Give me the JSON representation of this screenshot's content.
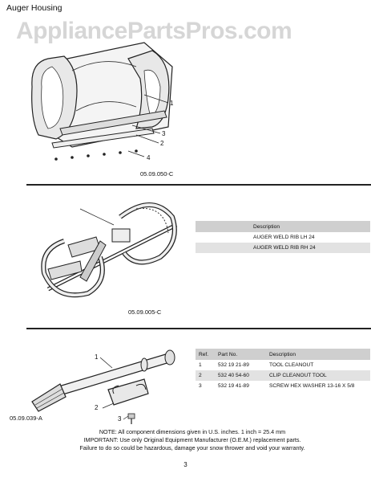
{
  "page": {
    "title": "Auger Housing",
    "watermark": "AppliancePartsPros.com",
    "page_number": "3"
  },
  "section1": {
    "fig_code": "05.09.050-C",
    "callouts": [
      "1",
      "3",
      "2",
      "4"
    ]
  },
  "section2": {
    "fig_code": "05.09.005-C",
    "table": {
      "headers": [
        "Description"
      ],
      "rows": [
        [
          "AUGER WELD RIB LH 24"
        ],
        [
          "AUGER WELD RIB RH 24"
        ]
      ]
    }
  },
  "section3": {
    "fig_code": "05.09.039-A",
    "callouts": [
      "1",
      "2",
      "3"
    ],
    "table": {
      "headers": [
        "Ref.",
        "Part No.",
        "Description"
      ],
      "rows": [
        [
          "1",
          "532 19 21-89",
          "TOOL CLEANOUT"
        ],
        [
          "2",
          "532 40 54-60",
          "CLIP CLEANOUT TOOL"
        ],
        [
          "3",
          "532 19 41-89",
          "SCREW HEX WASHER 13-16  X 5/8"
        ]
      ]
    }
  },
  "notes": {
    "line1": "NOTE:  All component dimensions given in U.S. inches.    1 inch = 25.4 mm",
    "line2": "IMPORTANT: Use only Original Equipment Manufacturer (O.E.M.) replacement parts.",
    "line3": "Failure to do so could be hazardous, damage your snow thrower and void your warranty."
  }
}
